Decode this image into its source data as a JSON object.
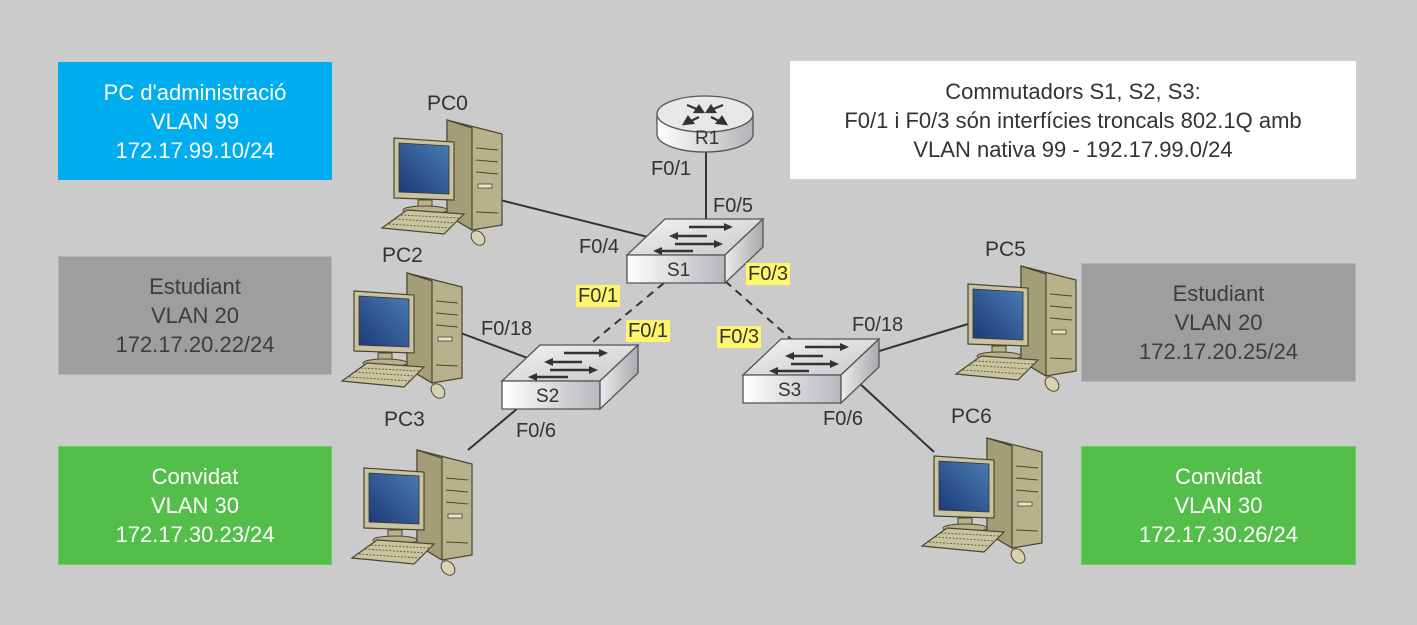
{
  "info_boxes": {
    "admin": {
      "lines": [
        "PC d'administració",
        "VLAN 99",
        "172.17.99.10/24"
      ],
      "color": "#00adef"
    },
    "student_left": {
      "lines": [
        "Estudiant",
        "VLAN 20",
        "172.17.20.22/24"
      ],
      "color": "#9e9e9e"
    },
    "guest_left": {
      "lines": [
        "Convidat",
        "VLAN 30",
        "172.17.30.23/24"
      ],
      "color": "#54be4a"
    },
    "student_right": {
      "lines": [
        "Estudiant",
        "VLAN 20",
        "172.17.20.25/24"
      ],
      "color": "#9e9e9e"
    },
    "guest_right": {
      "lines": [
        "Convidat",
        "VLAN 30",
        "172.17.30.26/24"
      ],
      "color": "#54be4a"
    },
    "note": {
      "lines": [
        "Commutadors S1, S2, S3:",
        "F0/1 i F0/3 són interfícies troncals 802.1Q amb",
        "VLAN nativa 99 - 192.17.99.0/24"
      ],
      "color": "#ffffff"
    }
  },
  "devices": {
    "router": {
      "name": "R1",
      "icon": "router-icon"
    },
    "switches": [
      {
        "name": "S1"
      },
      {
        "name": "S2"
      },
      {
        "name": "S3"
      }
    ],
    "pcs": [
      {
        "name": "PC0"
      },
      {
        "name": "PC2"
      },
      {
        "name": "PC3"
      },
      {
        "name": "PC5"
      },
      {
        "name": "PC6"
      }
    ]
  },
  "ports": {
    "r1_f01": "F0/1",
    "s1_f05": "F0/5",
    "s1_f04": "F0/4",
    "s1_f01": "F0/1",
    "s1_f03": "F0/3",
    "s2_f01": "F0/1",
    "s2_f18": "F0/18",
    "s2_f06": "F0/6",
    "s3_f03": "F0/3",
    "s3_f18": "F0/18",
    "s3_f06": "F0/6"
  },
  "links": [
    {
      "from": "R1 F0/1",
      "to": "S1 F0/5",
      "type": "solid"
    },
    {
      "from": "PC0",
      "to": "S1 F0/4",
      "type": "solid"
    },
    {
      "from": "S1 F0/1",
      "to": "S2 F0/1",
      "type": "trunk-dashed"
    },
    {
      "from": "S1 F0/3",
      "to": "S3 F0/3",
      "type": "trunk-dashed"
    },
    {
      "from": "PC2",
      "to": "S2 F0/18",
      "type": "solid"
    },
    {
      "from": "PC3",
      "to": "S2 F0/6",
      "type": "solid"
    },
    {
      "from": "PC5",
      "to": "S3 F0/18",
      "type": "solid"
    },
    {
      "from": "PC6",
      "to": "S3 F0/6",
      "type": "solid"
    }
  ],
  "colors": {
    "background": "#cbcbcb",
    "trunk_highlight": "#fff66b",
    "link": "#333333"
  }
}
